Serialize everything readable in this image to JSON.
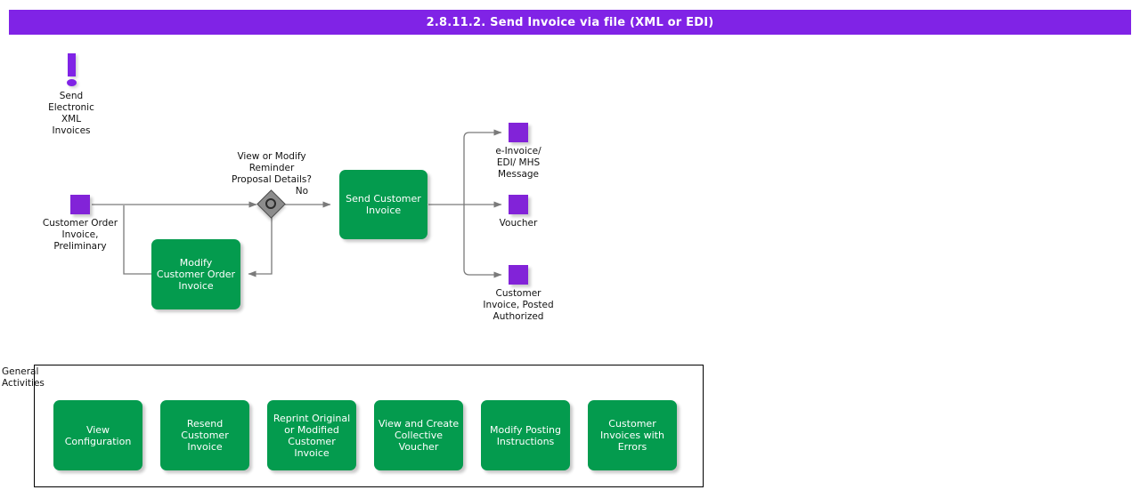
{
  "header": {
    "title": "2.8.11.2. Send Invoice via file (XML or EDI)",
    "banner_color": "#8023e6",
    "text_color": "#ffffff"
  },
  "theme": {
    "process_green": "#049b4e",
    "node_purple": "#8223d8",
    "decision_gray": "#8c8c8c",
    "connector_gray": "#7a7a7a",
    "panel_border": "#000000"
  },
  "flow": {
    "start_marker": {
      "icon": "exclamation-icon",
      "label": "Send\nElectronic\nXML\nInvoices"
    },
    "input_nodes": [
      {
        "id": "customer-order-invoice-preliminary",
        "icon": "document-node-icon",
        "label": "Customer Order\nInvoice,\nPreliminary"
      }
    ],
    "decision": {
      "id": "view-or-modify-reminder-proposal-details",
      "question": "View or Modify\nReminder\nProposal Details?",
      "answer_label": "No"
    },
    "processes": [
      {
        "id": "modify-customer-order-invoice",
        "label": "Modify\nCustomer Order\nInvoice"
      },
      {
        "id": "send-customer-invoice",
        "label": "Send Customer\nInvoice"
      }
    ],
    "output_nodes": [
      {
        "id": "e-invoice-edi-mhs-message",
        "icon": "document-node-icon",
        "label": "e-Invoice/\nEDI/ MHS\nMessage"
      },
      {
        "id": "voucher",
        "icon": "document-node-icon",
        "label": "Voucher"
      },
      {
        "id": "customer-invoice-posted-authorized",
        "icon": "document-node-icon",
        "label": "Customer\nInvoice, Posted\nAuthorized"
      }
    ]
  },
  "general_activities": {
    "label": "General\nActivities",
    "items": [
      {
        "id": "view-configuration",
        "label": "View\nConfiguration"
      },
      {
        "id": "resend-customer-invoice",
        "label": "Resend\nCustomer\nInvoice"
      },
      {
        "id": "reprint-original-or-modified-customer-invoice",
        "label": "Reprint Original\nor Modified\nCustomer\nInvoice"
      },
      {
        "id": "view-and-create-collective-voucher",
        "label": "View and Create\nCollective\nVoucher"
      },
      {
        "id": "modify-posting-instructions",
        "label": "Modify Posting\nInstructions"
      },
      {
        "id": "customer-invoices-with-errors",
        "label": "Customer\nInvoices with\nErrors"
      }
    ]
  }
}
